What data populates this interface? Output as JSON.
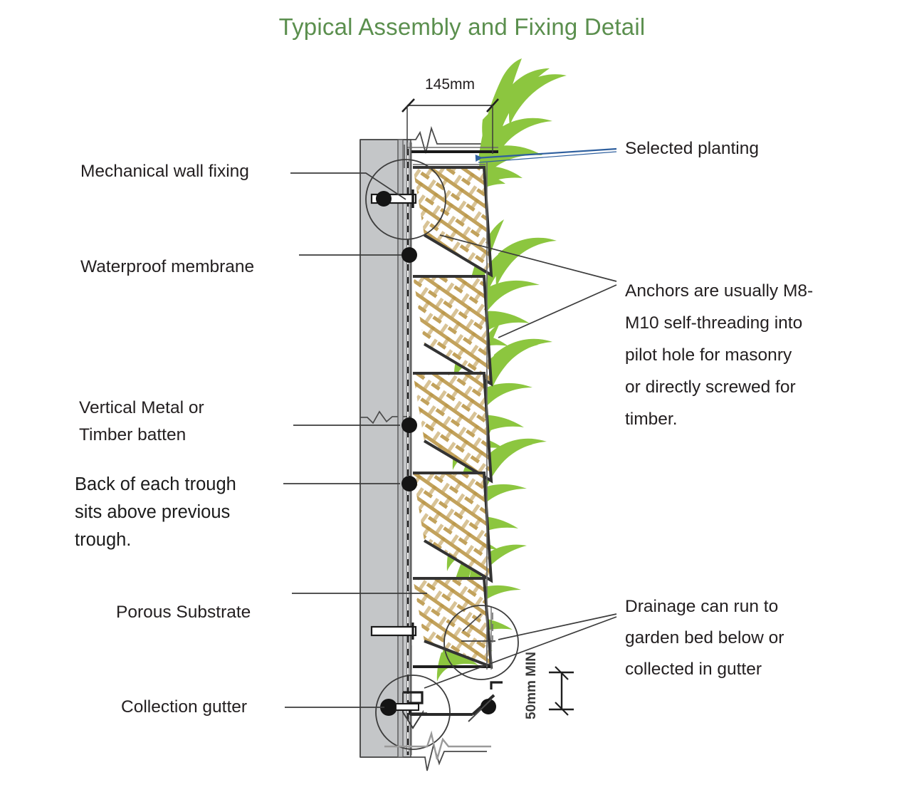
{
  "title": "Typical Assembly and Fixing Detail",
  "theme": {
    "title_color": "#5b8f4e",
    "text_color": "#231f20",
    "wall_fill": "#c4c6c8",
    "plant_green": "#8cc63f",
    "substrate_hatch": "#b8923f",
    "arrow_blue": "#2e5f9e",
    "line_color": "#3c3c3c"
  },
  "labels_left": [
    {
      "id": "mechanical-wall-fixing",
      "text": "Mechanical wall fixing"
    },
    {
      "id": "waterproof-membrane",
      "text": "Waterproof membrane"
    },
    {
      "id": "vertical-batten-line1",
      "text": "Vertical Metal or"
    },
    {
      "id": "vertical-batten-line2",
      "text": "Timber batten"
    },
    {
      "id": "back-of-trough-line1",
      "text": "Back of each trough"
    },
    {
      "id": "back-of-trough-line2",
      "text": "sits above previous"
    },
    {
      "id": "back-of-trough-line3",
      "text": "trough."
    },
    {
      "id": "porous-substrate",
      "text": "Porous Substrate"
    },
    {
      "id": "collection-gutter",
      "text": "Collection gutter"
    }
  ],
  "labels_right": [
    {
      "id": "selected-planting",
      "text": "Selected planting"
    },
    {
      "id": "anchors-line1",
      "text": "Anchors are usually M8-"
    },
    {
      "id": "anchors-line2",
      "text": "M10 self-threading into"
    },
    {
      "id": "anchors-line3",
      "text": "pilot hole for masonry"
    },
    {
      "id": "anchors-line4",
      "text": "or directly screwed for"
    },
    {
      "id": "anchors-line5",
      "text": "timber."
    },
    {
      "id": "drainage-line1",
      "text": "Drainage can run to"
    },
    {
      "id": "drainage-line2",
      "text": "garden bed below or"
    },
    {
      "id": "drainage-line3",
      "text": "collected in gutter"
    }
  ],
  "dimensions": {
    "width_dim": "145mm",
    "min_depth_dim": "50mm MIN"
  },
  "diagram": {
    "trough_count": 5,
    "detail_circle_count": 3
  }
}
